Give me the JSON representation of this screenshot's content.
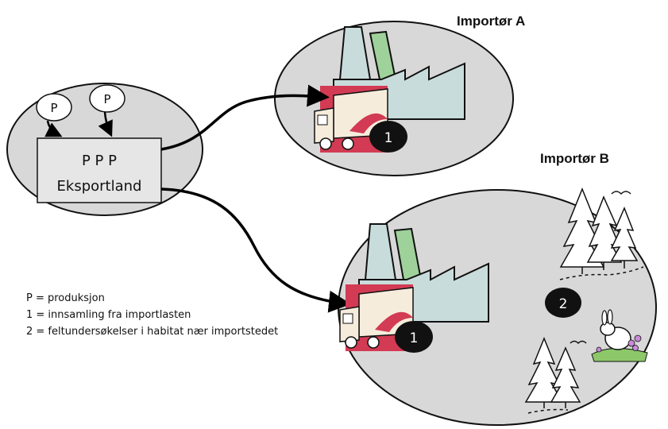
{
  "exporter": {
    "box_line1": "P P P",
    "box_line2": "Eksportland",
    "p_left": "P",
    "p_right": "P"
  },
  "importer_a": {
    "title": "Importør A",
    "marker": "1"
  },
  "importer_b": {
    "title": "Importør B",
    "marker_truck": "1",
    "marker_habitat": "2"
  },
  "legend": [
    "P = produksjon",
    "1 = innsamling fra importlasten",
    "2 = feltundersøkelser i habitat nær importstedet"
  ],
  "colors": {
    "ellipse_fill": "#d8d8d8",
    "box_fill": "#e6e6e6",
    "marker_fill": "#111111",
    "truck_accent": "#d23b53",
    "factory_green": "#9ed29a",
    "factory_gray": "#c9dcdc"
  }
}
